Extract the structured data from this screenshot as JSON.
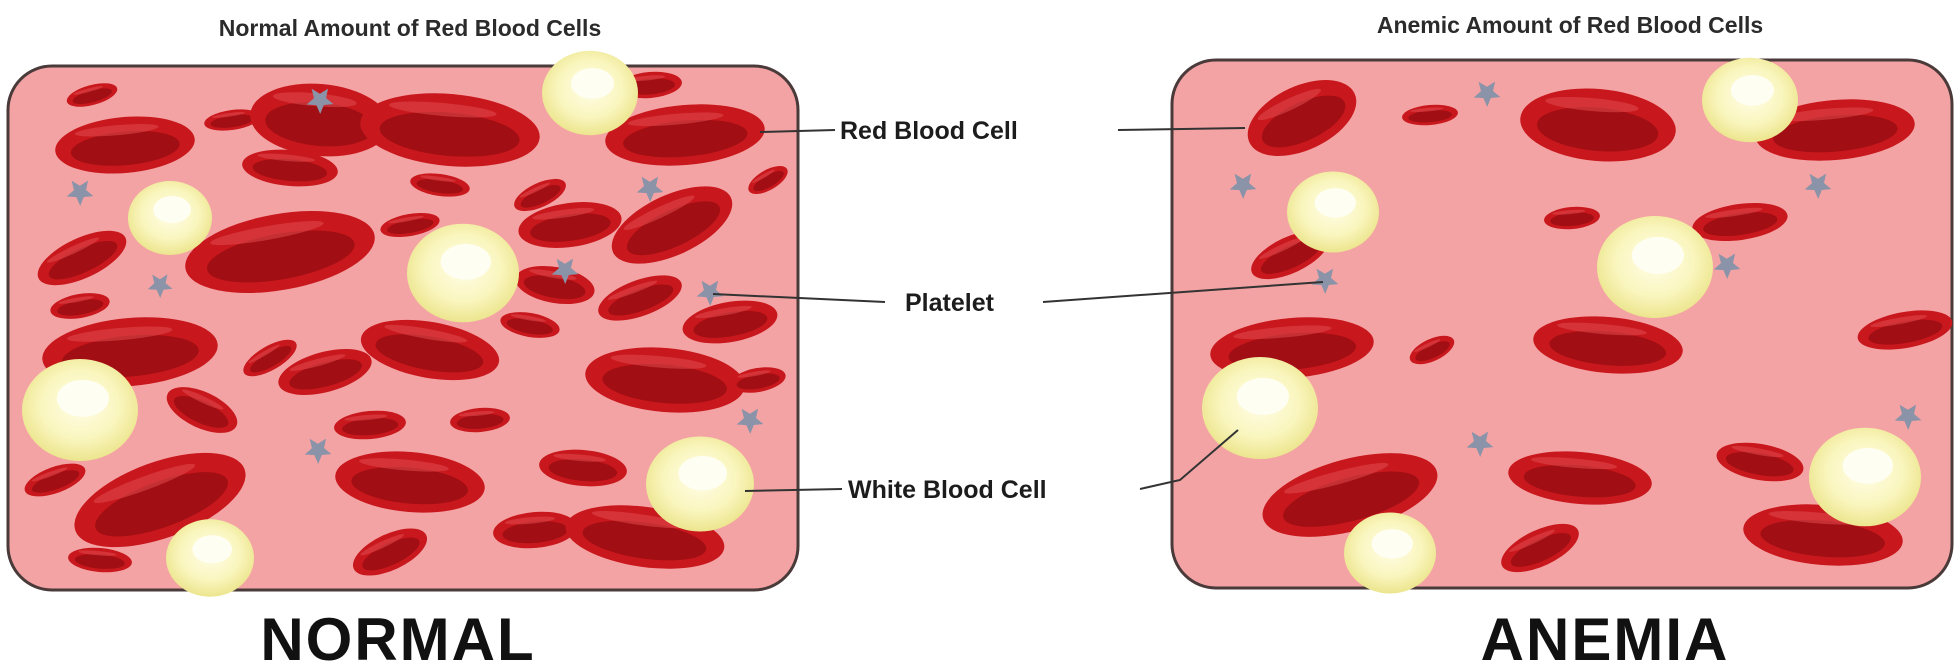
{
  "left_panel": {
    "heading": "Normal Amount of Red Blood Cells",
    "caption": "NORMAL"
  },
  "right_panel": {
    "heading": "Anemic Amount of Red Blood Cells",
    "caption": "ANEMIA"
  },
  "callouts": {
    "red_blood_cell": "Red Blood Cell",
    "platelet": "Platelet",
    "white_blood_cell": "White Blood Cell"
  },
  "colors": {
    "plasma": "#f4a3a4",
    "panel_border": "#4a3a3a",
    "red_cell": "#c8181d",
    "red_cell_highlight": "#e4464a",
    "white_cell": "#f7f3b2",
    "white_cell_core": "#fffde6",
    "platelet": "#8a93a8"
  }
}
